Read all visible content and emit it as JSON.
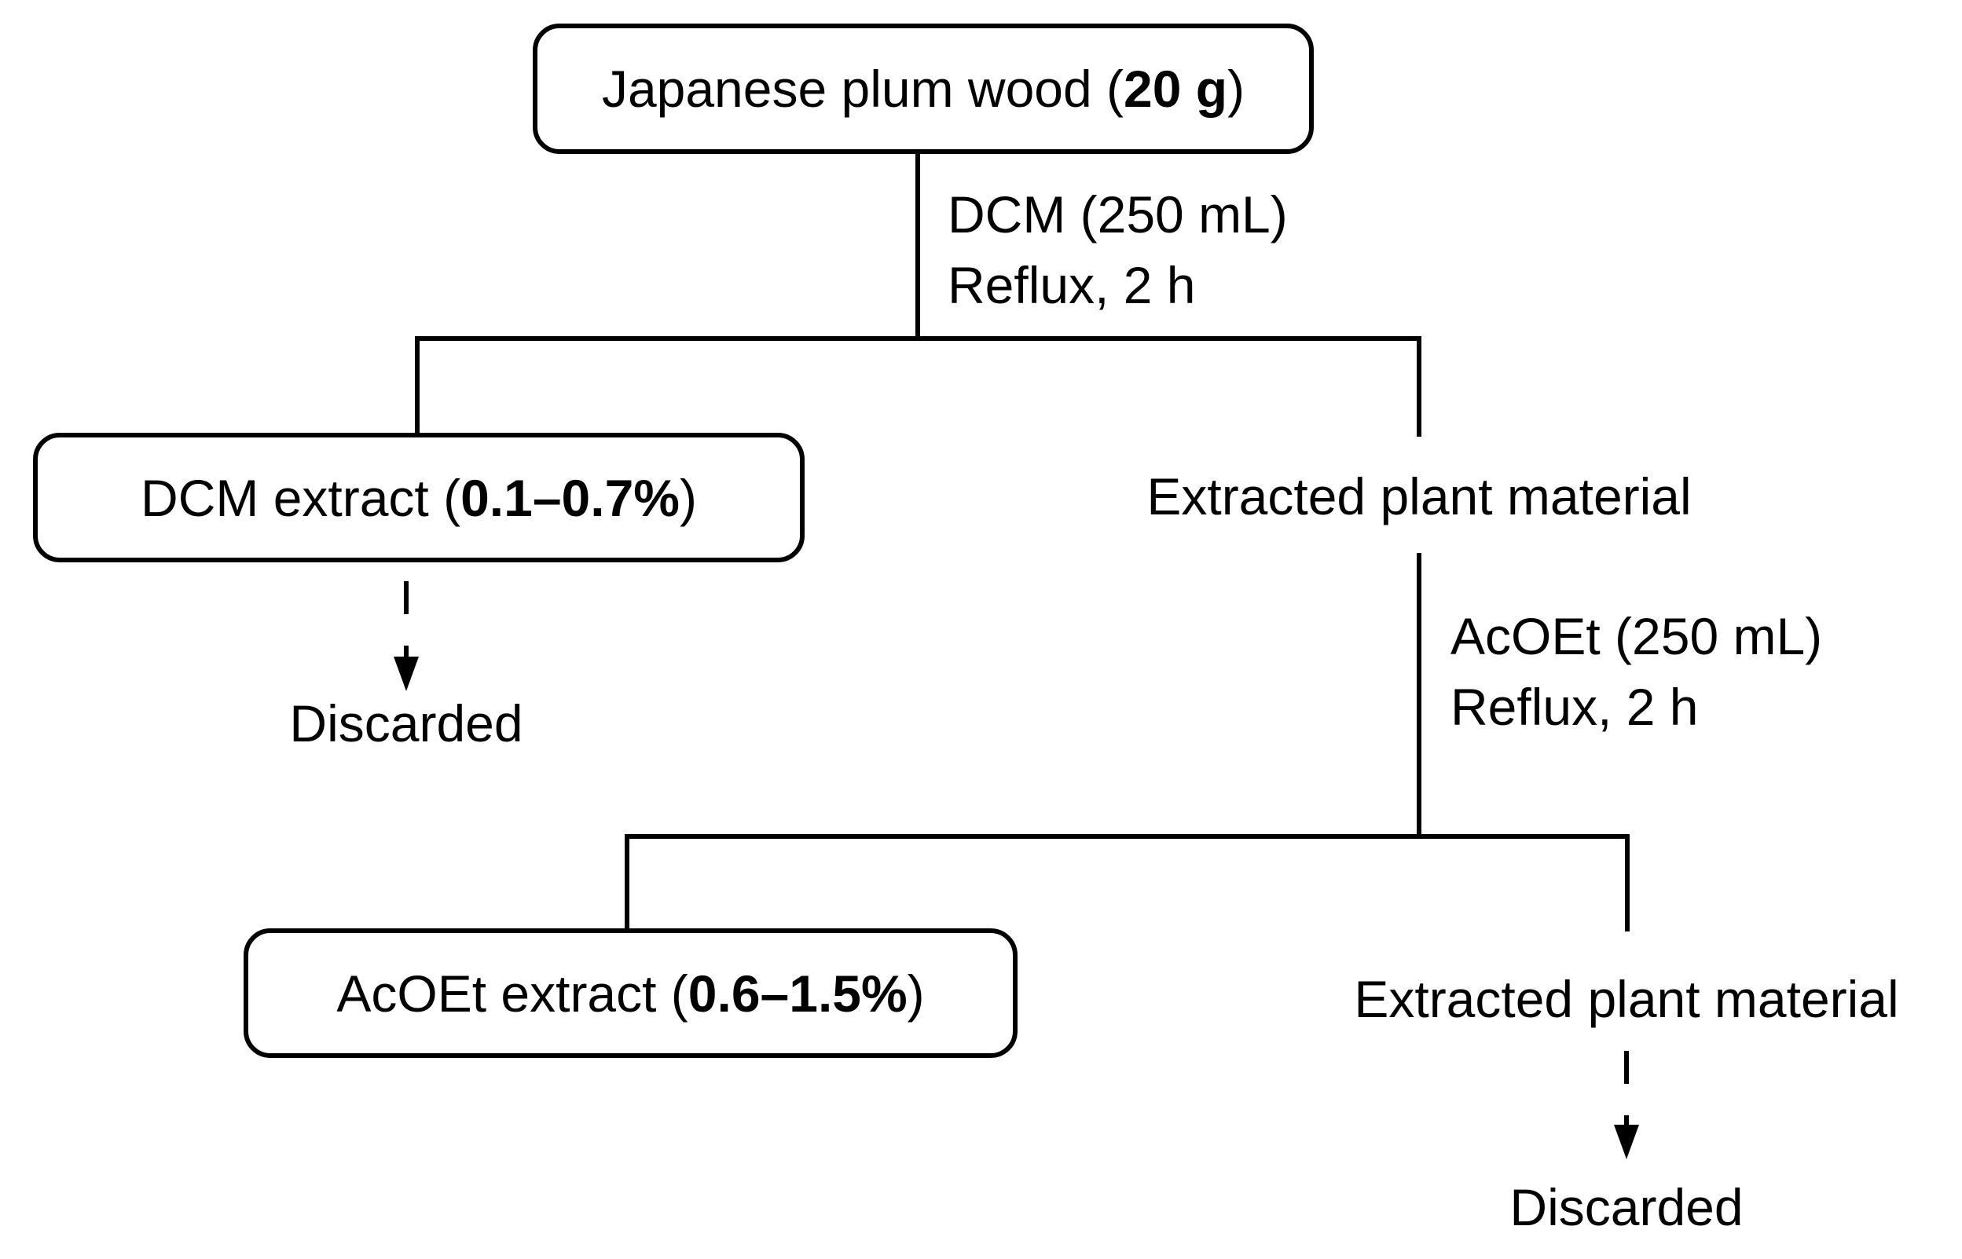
{
  "figure": {
    "background_color": "#ffffff",
    "line_color": "#000000",
    "text_color": "#000000"
  },
  "flowchart": {
    "root": {
      "prefix": "Japanese plum wood (",
      "bold": "20 g",
      "suffix": ")"
    },
    "step1": {
      "line1": "DCM (250 mL)",
      "line2": "Reflux, 2 h"
    },
    "dcm_extract": {
      "prefix": "DCM extract (",
      "bold": "0.1–0.7%",
      "suffix": ")"
    },
    "discarded_dcm": "Discarded",
    "extracted_1": "Extracted plant material",
    "step2": {
      "line1": "AcOEt (250 mL)",
      "line2": "Reflux, 2 h"
    },
    "acoet_extract": {
      "prefix": "AcOEt extract (",
      "bold": "0.6–1.5%",
      "suffix": ")"
    },
    "extracted_2": "Extracted plant material",
    "discarded_acoet": "Discarded"
  }
}
